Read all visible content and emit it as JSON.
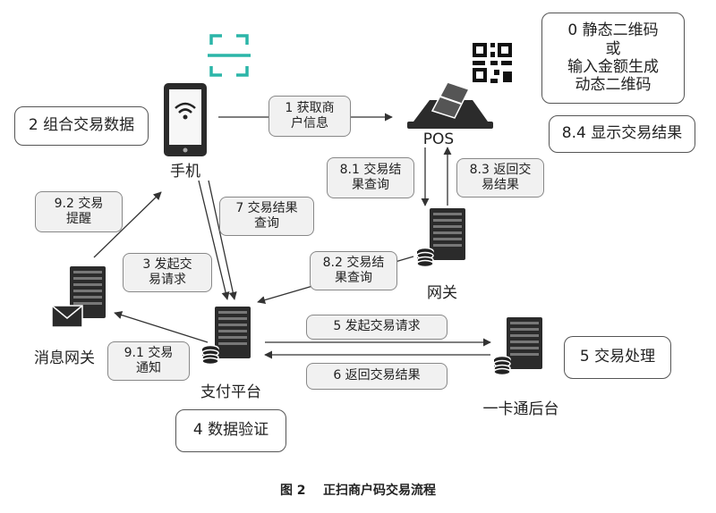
{
  "nodes": {
    "phone": "手机",
    "pos": "POS",
    "gateway": "网关",
    "msg_gateway": "消息网关",
    "payment_platform": "支付平台",
    "card_backend": "一卡通后台"
  },
  "boxes": {
    "assemble": "2 组合交易数据",
    "qr_code": "0 静态二维码\n或\n输入金额生成\n动态二维码",
    "show_result": "8.4 显示交易结果",
    "process": "5 交易处理",
    "verify": "4 数据验证"
  },
  "steps": {
    "s1": "1 获取商\n户信息",
    "s3": "3 发起交\n易请求",
    "s5": "5 发起交易请求",
    "s6": "6 返回交易结果",
    "s7": "7 交易结果\n查询",
    "s81": "8.1 交易结\n果查询",
    "s82": "8.2 交易结\n果查询",
    "s83": "8.3 返回交\n易结果",
    "s91": "9.1 交易\n通知",
    "s92": "9.2 交易\n提醒"
  },
  "caption": "图 2    正扫商户码交易流程",
  "colors": {
    "scan_icon": "#2bb5a8",
    "line": "#333333",
    "server": "#2a2a2a"
  }
}
